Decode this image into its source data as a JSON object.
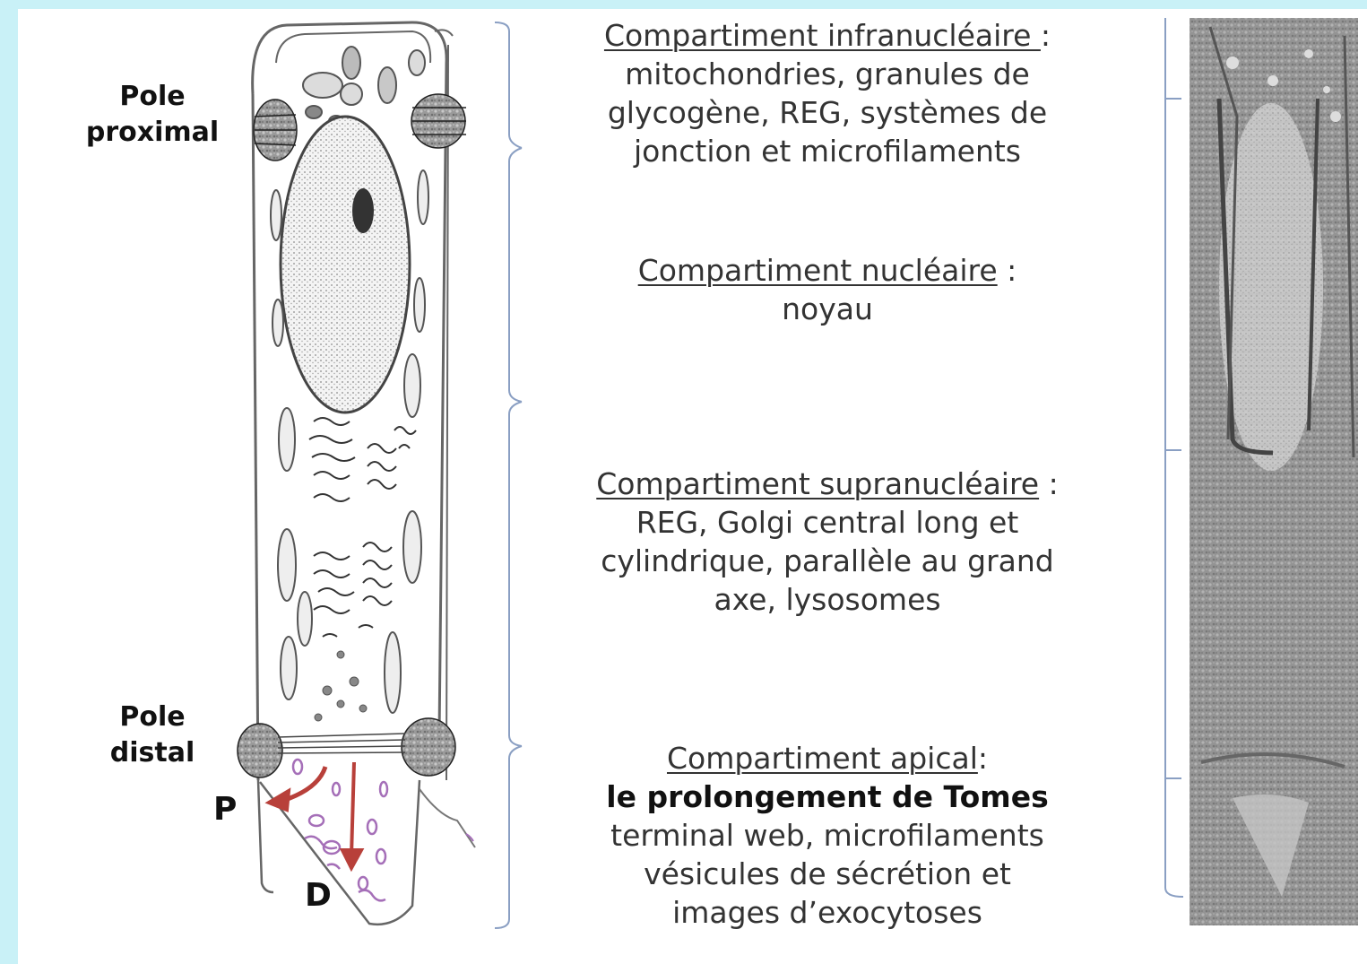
{
  "pole_proximal": [
    "Pole",
    "proximal"
  ],
  "pole_distal": [
    "Pole",
    "distal"
  ],
  "letter_p": "P",
  "letter_d": "D",
  "compartments": [
    {
      "title": "Compartiment infranucléaire ",
      "suffix": ":",
      "lines": [
        "mitochondries, granules de",
        "glycogène, REG, systèmes de",
        "jonction et microfilaments"
      ]
    },
    {
      "title": "Compartiment nucléaire",
      "suffix": " :",
      "lines": [
        "noyau"
      ]
    },
    {
      "title": "Compartiment supranucléaire",
      "suffix": " :",
      "lines": [
        "REG, Golgi central long et",
        "cylindrique, parallèle au grand",
        "axe, lysosomes"
      ]
    },
    {
      "title": "Compartiment apical",
      "suffix": ":",
      "bold_line": "le prolongement de Tomes",
      "lines": [
        "terminal web, microfilaments",
        "vésicules de sécrétion et",
        "images d’exocytoses"
      ]
    }
  ],
  "colors": {
    "arrow": "#b8403a",
    "vesicle": "#a56fb8",
    "micrograph": "#8a8a8a"
  }
}
